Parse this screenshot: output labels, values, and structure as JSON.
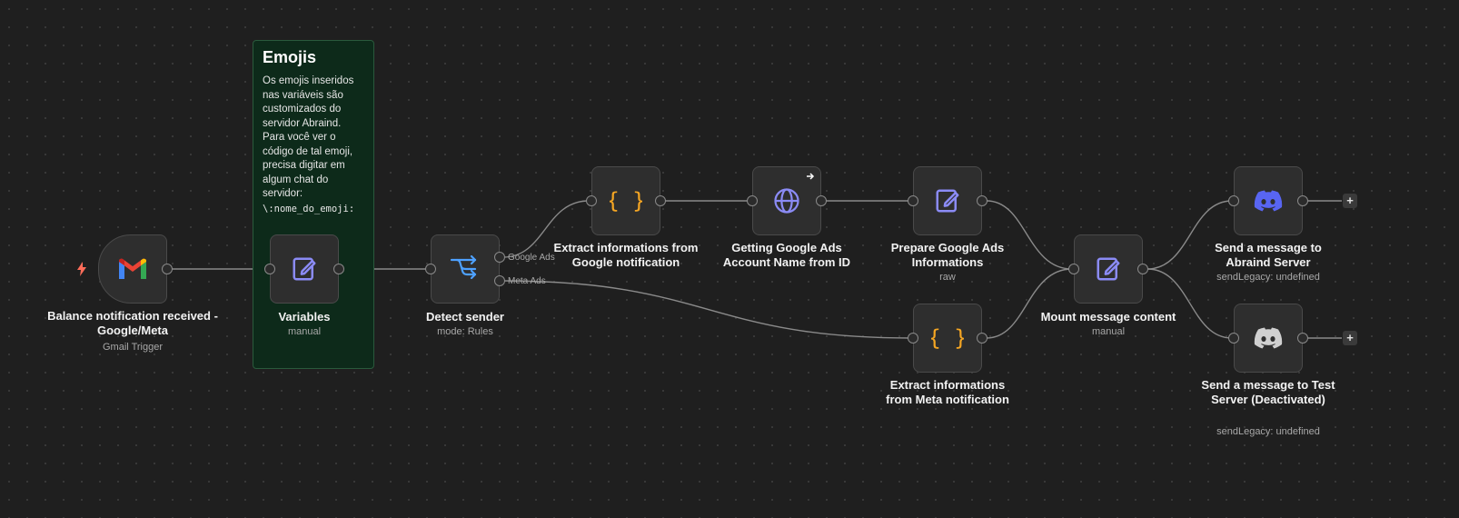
{
  "sticky_note": {
    "title": "Emojis",
    "body": "Os emojis inseridos nas variáveis são customizados do servidor Abraind. Para você ver o código de tal emoji, precisa digitar em algum chat do servidor:",
    "code": "\\:nome_do_emoji:"
  },
  "nodes": {
    "gmail_trigger": {
      "title": "Balance notification received - Google/Meta",
      "subtitle": "Gmail Trigger",
      "icon": "gmail-icon"
    },
    "variables": {
      "title": "Variables",
      "subtitle": "manual",
      "icon": "edit-icon"
    },
    "detect_sender": {
      "title": "Detect sender",
      "subtitle": "mode: Rules",
      "icon": "switch-icon",
      "outputs": [
        "Google Ads",
        "Meta Ads"
      ]
    },
    "extract_google": {
      "title": "Extract informations from Google notification",
      "icon": "code-braces-icon"
    },
    "get_account_name": {
      "title": "Getting Google Ads Account Name from ID",
      "icon": "globe-icon"
    },
    "prepare_google": {
      "title": "Prepare Google Ads Informations",
      "subtitle": "raw",
      "icon": "edit-icon"
    },
    "extract_meta": {
      "title": "Extract informations from Meta notification",
      "icon": "code-braces-icon"
    },
    "mount_message": {
      "title": "Mount message content",
      "subtitle": "manual",
      "icon": "edit-icon"
    },
    "send_abraind": {
      "title": "Send a message to Abraind Server",
      "subtitle": "sendLegacy: undefined",
      "icon": "discord-icon"
    },
    "send_test": {
      "title": "Send a message to Test Server (Deactivated)",
      "subtitle": "sendLegacy: undefined",
      "icon": "discord-icon"
    }
  },
  "add_button_label": "+",
  "colors": {
    "canvas": "#1f1f1f",
    "node": "#2e2e2e",
    "edit_icon": "#8b8bf5",
    "code_icon": "#f5a623",
    "switch_icon": "#4ea1ff",
    "discord_active": "#5865f2",
    "discord_inactive": "#d0d0d0",
    "sticky": "#0d2a1a"
  }
}
